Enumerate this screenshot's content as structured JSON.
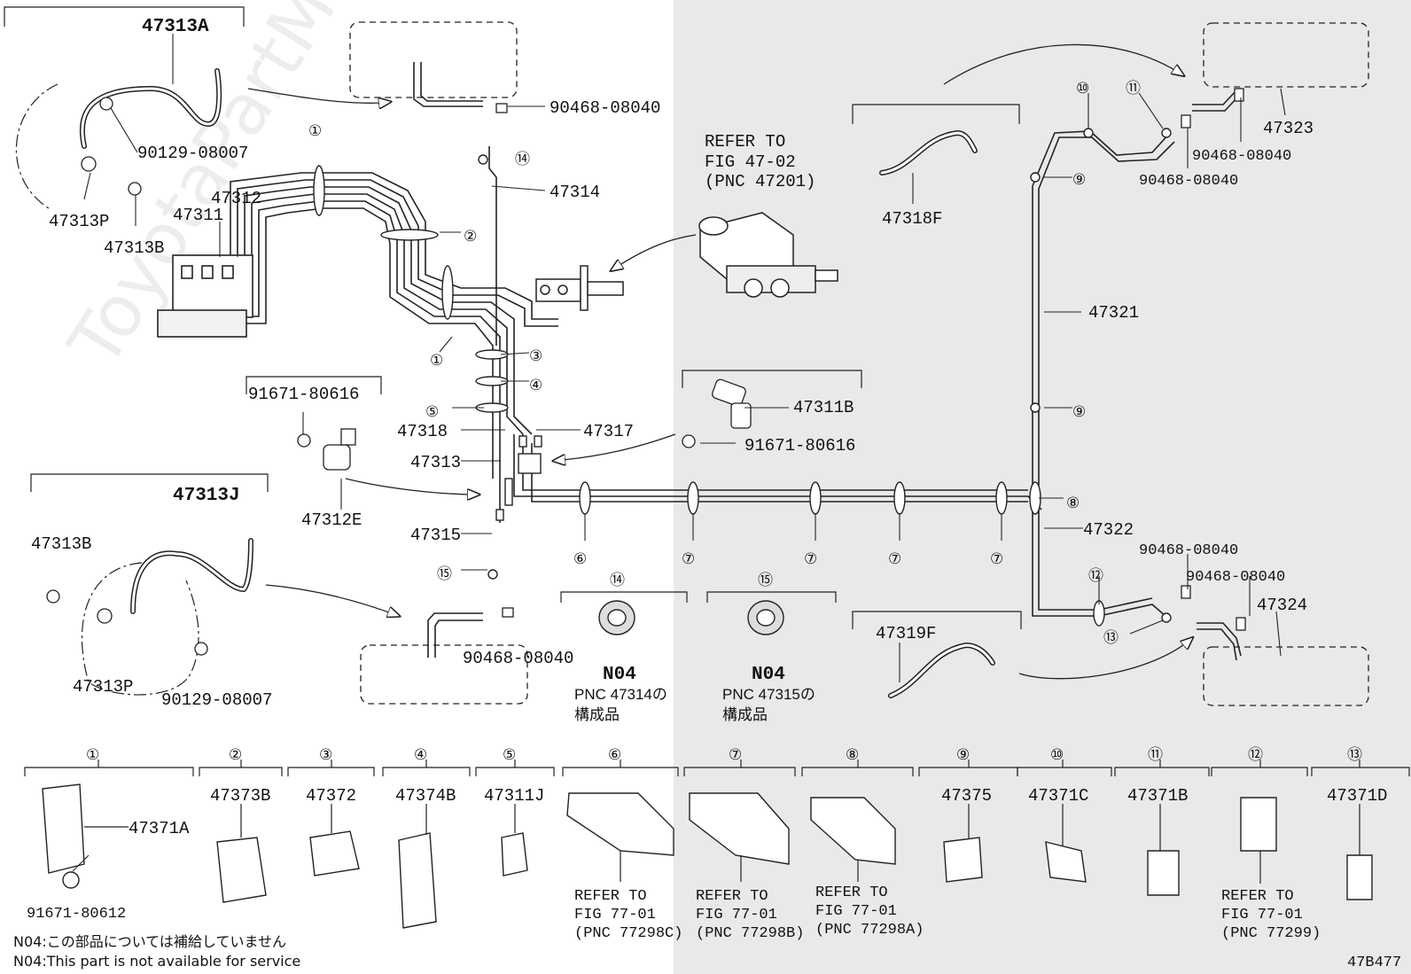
{
  "notes": {
    "n04_jp": "N04:この部品については補給していません",
    "n04_en": "N04:This part is not available for service"
  },
  "figure_code": "47B477",
  "watermark": "ToyotaPartMore.ru",
  "parts": {
    "p47313A": "47313A",
    "p47313J": "47313J",
    "p47313P": "47313P",
    "p47313B": "47313B",
    "p47312": "47312",
    "p47311": "47311",
    "p47312E": "47312E",
    "p47311B": "47311B",
    "p47314": "47314",
    "p47315": "47315",
    "p47313": "47313",
    "p47318": "47318",
    "p47317": "47317",
    "p47318F": "47318F",
    "p47319F": "47319F",
    "p47321": "47321",
    "p47322": "47322",
    "p47323": "47323",
    "p47324": "47324",
    "b90468": "90468-08040",
    "b90129": "90129-08007",
    "b91671_80616": "91671-80616",
    "b91671_80612": "91671-80612",
    "refer_mc_1": "REFER TO",
    "refer_mc_2": "FIG 47-02",
    "refer_mc_3": "(PNC 47201)"
  },
  "n04_blocks": [
    {
      "num": "⑭",
      "code": "N04",
      "pnc": "PNC 47314の",
      "sub": "構成品"
    },
    {
      "num": "⑮",
      "code": "N04",
      "pnc": "PNC 47315の",
      "sub": "構成品"
    }
  ],
  "callouts": [
    "①",
    "②",
    "③",
    "④",
    "⑤",
    "⑥",
    "⑦",
    "⑧",
    "⑨",
    "⑩",
    "⑪",
    "⑫",
    "⑬",
    "⑭",
    "⑮"
  ],
  "clamps": [
    {
      "num": "①",
      "part": "47371A",
      "extra": "91671-80612"
    },
    {
      "num": "②",
      "part": "47373B"
    },
    {
      "num": "③",
      "part": "47372"
    },
    {
      "num": "④",
      "part": "47374B"
    },
    {
      "num": "⑤",
      "part": "47311J"
    },
    {
      "num": "⑥",
      "ref1": "REFER TO",
      "ref2": "FIG 77-01",
      "ref3": "(PNC 77298C)"
    },
    {
      "num": "⑦",
      "ref1": "REFER TO",
      "ref2": "FIG 77-01",
      "ref3": "(PNC 77298B)"
    },
    {
      "num": "⑧",
      "ref1": "REFER TO",
      "ref2": "FIG 77-01",
      "ref3": "(PNC 77298A)"
    },
    {
      "num": "⑨",
      "part": "47375"
    },
    {
      "num": "⑩",
      "part": "47371C"
    },
    {
      "num": "⑪",
      "part": "47371B"
    },
    {
      "num": "⑫",
      "ref1": "REFER TO",
      "ref2": "FIG 77-01",
      "ref3": "(PNC 77299)"
    },
    {
      "num": "⑬",
      "part": "47371D"
    }
  ]
}
